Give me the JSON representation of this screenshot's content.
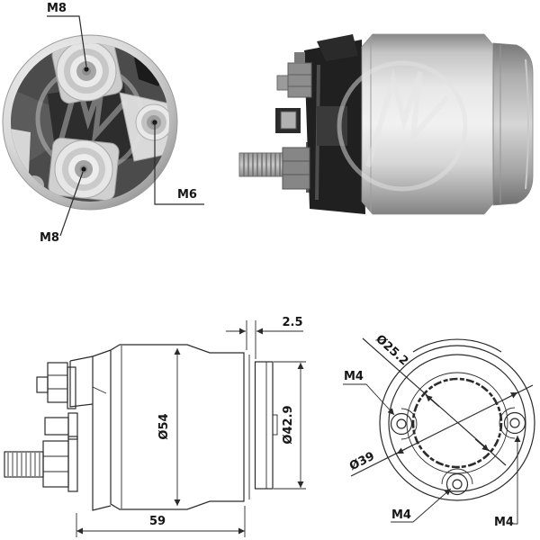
{
  "background": "#ffffff",
  "line_color": "#2b2b2b",
  "text_color": "#161616",
  "watermark": {
    "icon_name": "lightning-circle-watermark"
  },
  "photo_end_view": {
    "label_terminal_top": "M8",
    "label_terminal_aux": "M6",
    "label_terminal_bottom": "M8"
  },
  "drawing_side_view": {
    "dim_rear_gap": "2.5",
    "dim_body_diameter": "Ø54",
    "dim_rear_diameter": "Ø42.9",
    "dim_overall_length": "59"
  },
  "drawing_rear_view": {
    "dim_bore_diameter": "Ø25.2",
    "dim_pilot_diameter": "Ø39",
    "label_hole_left": "M4",
    "label_hole_bottom": "M4",
    "label_hole_right": "M4"
  }
}
